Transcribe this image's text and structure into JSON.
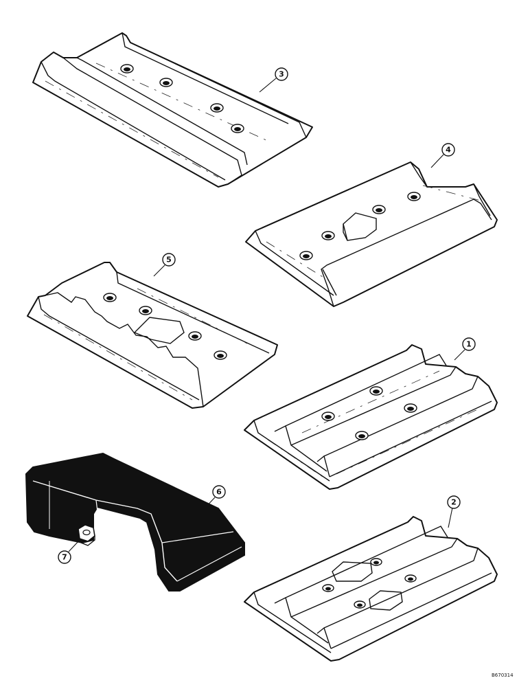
{
  "parts": [
    {
      "id": "part-1",
      "callout": "1"
    },
    {
      "id": "part-2",
      "callout": "2"
    },
    {
      "id": "part-3",
      "callout": "3"
    },
    {
      "id": "part-4",
      "callout": "4"
    },
    {
      "id": "part-5",
      "callout": "5"
    },
    {
      "id": "part-6",
      "callout": "6"
    },
    {
      "id": "part-7",
      "callout": "7"
    }
  ],
  "drawing_code": "B670314",
  "colors": {
    "ink": "#111111",
    "paper": "#ffffff"
  }
}
